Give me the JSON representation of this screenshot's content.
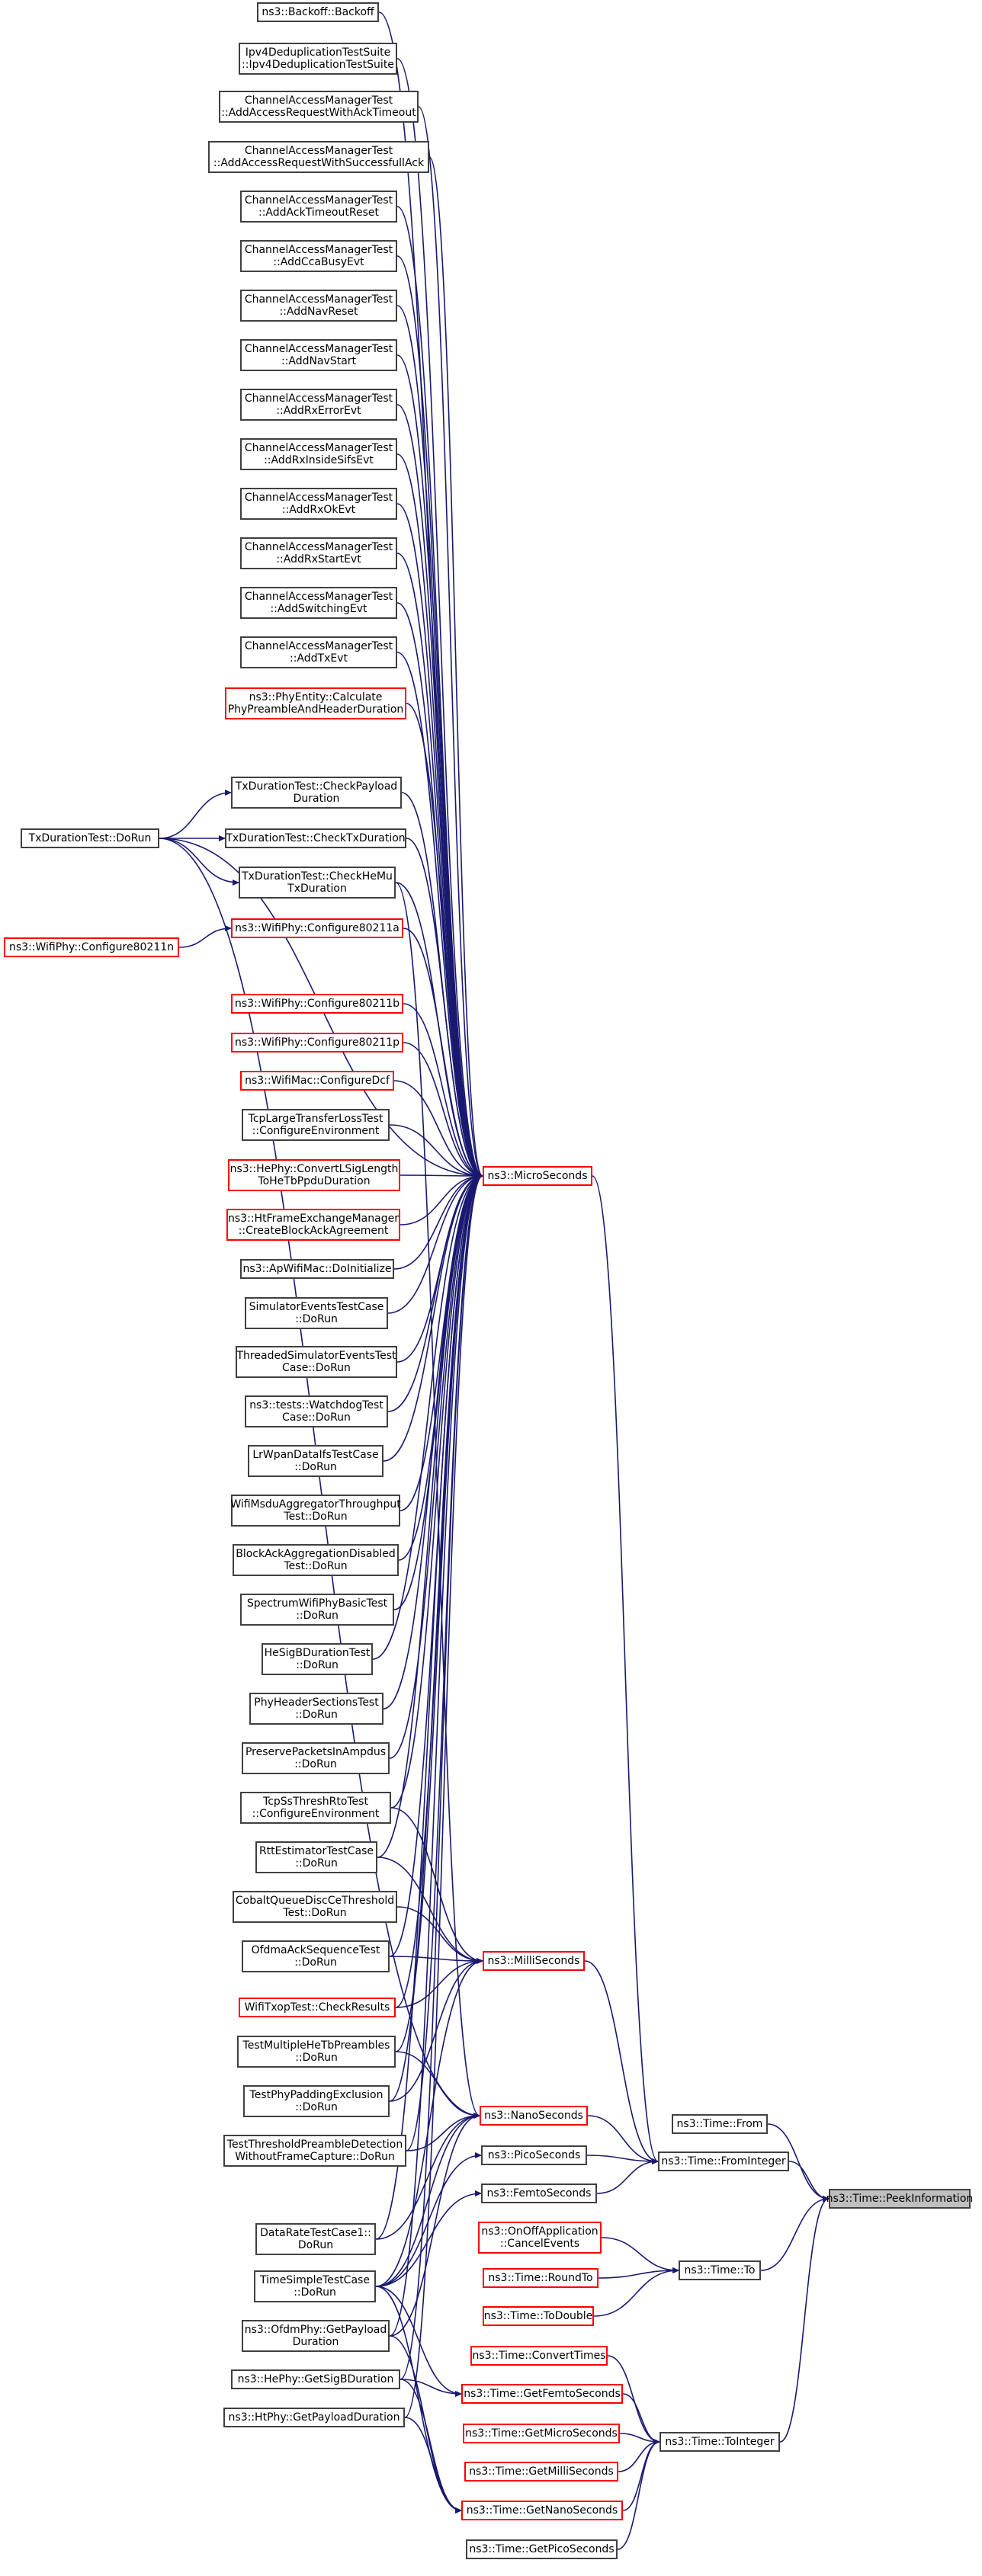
{
  "colors": {
    "edge": "#191970",
    "border": "#404040",
    "incomplete": "#ff0000",
    "root_fill": "#bfbfbf"
  },
  "nodes": [
    {
      "id": "root",
      "lines": [
        "ns3::Time::PeekInformation"
      ],
      "style": "root"
    },
    {
      "id": "from",
      "lines": [
        "ns3::Time::From"
      ],
      "style": "black"
    },
    {
      "id": "fromint",
      "lines": [
        "ns3::Time::FromInteger"
      ],
      "style": "black"
    },
    {
      "id": "to",
      "lines": [
        "ns3::Time::To"
      ],
      "style": "black"
    },
    {
      "id": "toint",
      "lines": [
        "ns3::Time::ToInteger"
      ],
      "style": "black"
    },
    {
      "id": "micro",
      "lines": [
        "ns3::MicroSeconds"
      ],
      "style": "red"
    },
    {
      "id": "milli",
      "lines": [
        "ns3::MilliSeconds"
      ],
      "style": "red"
    },
    {
      "id": "nano",
      "lines": [
        "ns3::NanoSeconds"
      ],
      "style": "red"
    },
    {
      "id": "pico",
      "lines": [
        "ns3::PicoSeconds"
      ],
      "style": "black"
    },
    {
      "id": "femto",
      "lines": [
        "ns3::FemtoSeconds"
      ],
      "style": "black"
    },
    {
      "id": "onoff",
      "lines": [
        "ns3::OnOffApplication",
        "::CancelEvents"
      ],
      "style": "red"
    },
    {
      "id": "roundto",
      "lines": [
        "ns3::Time::RoundTo"
      ],
      "style": "red"
    },
    {
      "id": "todouble",
      "lines": [
        "ns3::Time::ToDouble"
      ],
      "style": "red"
    },
    {
      "id": "convert",
      "lines": [
        "ns3::Time::ConvertTimes"
      ],
      "style": "red"
    },
    {
      "id": "getfemto",
      "lines": [
        "ns3::Time::GetFemtoSeconds"
      ],
      "style": "red"
    },
    {
      "id": "getmicro",
      "lines": [
        "ns3::Time::GetMicroSeconds"
      ],
      "style": "red"
    },
    {
      "id": "getmilli",
      "lines": [
        "ns3::Time::GetMilliSeconds"
      ],
      "style": "red"
    },
    {
      "id": "getnano",
      "lines": [
        "ns3::Time::GetNanoSeconds"
      ],
      "style": "red"
    },
    {
      "id": "getpico",
      "lines": [
        "ns3::Time::GetPicoSeconds"
      ],
      "style": "black"
    },
    {
      "id": "backoff",
      "lines": [
        "ns3::Backoff::Backoff"
      ],
      "style": "black"
    },
    {
      "id": "ipv4dedup",
      "lines": [
        "Ipv4DeduplicationTestSuite",
        "::Ipv4DeduplicationTestSuite"
      ],
      "style": "black"
    },
    {
      "id": "camt1",
      "lines": [
        "ChannelAccessManagerTest",
        "::AddAccessRequestWithAckTimeout"
      ],
      "style": "black"
    },
    {
      "id": "camt2",
      "lines": [
        "ChannelAccessManagerTest",
        "::AddAccessRequestWithSuccessfullAck"
      ],
      "style": "black"
    },
    {
      "id": "camt3",
      "lines": [
        "ChannelAccessManagerTest",
        "::AddAckTimeoutReset"
      ],
      "style": "black"
    },
    {
      "id": "camt4",
      "lines": [
        "ChannelAccessManagerTest",
        "::AddCcaBusyEvt"
      ],
      "style": "black"
    },
    {
      "id": "camt5",
      "lines": [
        "ChannelAccessManagerTest",
        "::AddNavReset"
      ],
      "style": "black"
    },
    {
      "id": "camt6",
      "lines": [
        "ChannelAccessManagerTest",
        "::AddNavStart"
      ],
      "style": "black"
    },
    {
      "id": "camt7",
      "lines": [
        "ChannelAccessManagerTest",
        "::AddRxErrorEvt"
      ],
      "style": "black"
    },
    {
      "id": "camt8",
      "lines": [
        "ChannelAccessManagerTest",
        "::AddRxInsideSifsEvt"
      ],
      "style": "black"
    },
    {
      "id": "camt9",
      "lines": [
        "ChannelAccessManagerTest",
        "::AddRxOkEvt"
      ],
      "style": "black"
    },
    {
      "id": "camt10",
      "lines": [
        "ChannelAccessManagerTest",
        "::AddRxStartEvt"
      ],
      "style": "black"
    },
    {
      "id": "camt11",
      "lines": [
        "ChannelAccessManagerTest",
        "::AddSwitchingEvt"
      ],
      "style": "black"
    },
    {
      "id": "camt12",
      "lines": [
        "ChannelAccessManagerTest",
        "::AddTxEvt"
      ],
      "style": "black"
    },
    {
      "id": "phyentity",
      "lines": [
        "ns3::PhyEntity::Calculate",
        "PhyPreambleAndHeaderDuration"
      ],
      "style": "red"
    },
    {
      "id": "txdcp",
      "lines": [
        "TxDurationTest::CheckPayload",
        "Duration"
      ],
      "style": "black"
    },
    {
      "id": "txdcd",
      "lines": [
        "TxDurationTest::CheckTxDuration"
      ],
      "style": "black"
    },
    {
      "id": "txdchm",
      "lines": [
        "TxDurationTest::CheckHeMu",
        "TxDuration"
      ],
      "style": "black"
    },
    {
      "id": "txdrun",
      "lines": [
        "TxDurationTest::DoRun"
      ],
      "style": "black"
    },
    {
      "id": "cfg11n",
      "lines": [
        "ns3::WifiPhy::Configure80211n"
      ],
      "style": "red"
    },
    {
      "id": "cfg11a",
      "lines": [
        "ns3::WifiPhy::Configure80211a"
      ],
      "style": "red"
    },
    {
      "id": "cfg11b",
      "lines": [
        "ns3::WifiPhy::Configure80211b"
      ],
      "style": "red"
    },
    {
      "id": "cfg11p",
      "lines": [
        "ns3::WifiPhy::Configure80211p"
      ],
      "style": "red"
    },
    {
      "id": "cfgdcf",
      "lines": [
        "ns3::WifiMac::ConfigureDcf"
      ],
      "style": "red"
    },
    {
      "id": "tcplarge",
      "lines": [
        "TcpLargeTransferLossTest",
        "::ConfigureEnvironment"
      ],
      "style": "black"
    },
    {
      "id": "hephyconv",
      "lines": [
        "ns3::HePhy::ConvertLSigLength",
        "ToHeTbPpduDuration"
      ],
      "style": "red"
    },
    {
      "id": "htfem",
      "lines": [
        "ns3::HtFrameExchangeManager",
        "::CreateBlockAckAgreement"
      ],
      "style": "red"
    },
    {
      "id": "apwifimac",
      "lines": [
        "ns3::ApWifiMac::DoInitialize"
      ],
      "style": "black"
    },
    {
      "id": "simevt",
      "lines": [
        "SimulatorEventsTestCase",
        "::DoRun"
      ],
      "style": "black"
    },
    {
      "id": "thrsim",
      "lines": [
        "ThreadedSimulatorEventsTest",
        "Case::DoRun"
      ],
      "style": "black"
    },
    {
      "id": "watchdog",
      "lines": [
        "ns3::tests::WatchdogTest",
        "Case::DoRun"
      ],
      "style": "black"
    },
    {
      "id": "lrwpan",
      "lines": [
        "LrWpanDataIfsTestCase",
        "::DoRun"
      ],
      "style": "black"
    },
    {
      "id": "msduagg",
      "lines": [
        "WifiMsduAggregatorThroughput",
        "Test::DoRun"
      ],
      "style": "black"
    },
    {
      "id": "blockack",
      "lines": [
        "BlockAckAggregationDisabled",
        "Test::DoRun"
      ],
      "style": "black"
    },
    {
      "id": "specwifi",
      "lines": [
        "SpectrumWifiPhyBasicTest",
        "::DoRun"
      ],
      "style": "black"
    },
    {
      "id": "hesigb",
      "lines": [
        "HeSigBDurationTest",
        "::DoRun"
      ],
      "style": "black"
    },
    {
      "id": "phyheader",
      "lines": [
        "PhyHeaderSectionsTest",
        "::DoRun"
      ],
      "style": "black"
    },
    {
      "id": "preserve",
      "lines": [
        "PreservePacketsInAmpdus",
        "::DoRun"
      ],
      "style": "black"
    },
    {
      "id": "tcpss",
      "lines": [
        "TcpSsThreshRtoTest",
        "::ConfigureEnvironment"
      ],
      "style": "black"
    },
    {
      "id": "rttest",
      "lines": [
        "RttEstimatorTestCase",
        "::DoRun"
      ],
      "style": "black"
    },
    {
      "id": "cobalt",
      "lines": [
        "CobaltQueueDiscCeThreshold",
        "Test::DoRun"
      ],
      "style": "black"
    },
    {
      "id": "ofdmaack",
      "lines": [
        "OfdmaAckSequenceTest",
        "::DoRun"
      ],
      "style": "black"
    },
    {
      "id": "txop",
      "lines": [
        "WifiTxopTest::CheckResults"
      ],
      "style": "red"
    },
    {
      "id": "tmultiple",
      "lines": [
        "TestMultipleHeTbPreambles",
        "::DoRun"
      ],
      "style": "black"
    },
    {
      "id": "tphypad",
      "lines": [
        "TestPhyPaddingExclusion",
        "::DoRun"
      ],
      "style": "black"
    },
    {
      "id": "tthresh",
      "lines": [
        "TestThresholdPreambleDetection",
        "WithoutFrameCapture::DoRun"
      ],
      "style": "black"
    },
    {
      "id": "datarate",
      "lines": [
        "DataRateTestCase1::",
        "DoRun"
      ],
      "style": "black"
    },
    {
      "id": "timesimple",
      "lines": [
        "TimeSimpleTestCase",
        "::DoRun"
      ],
      "style": "black"
    },
    {
      "id": "ofdmphy",
      "lines": [
        "ns3::OfdmPhy::GetPayload",
        "Duration"
      ],
      "style": "black"
    },
    {
      "id": "hephysigb",
      "lines": [
        "ns3::HePhy::GetSigBDuration"
      ],
      "style": "black"
    },
    {
      "id": "htphy",
      "lines": [
        "ns3::HtPhy::GetPayloadDuration"
      ],
      "style": "black"
    }
  ]
}
